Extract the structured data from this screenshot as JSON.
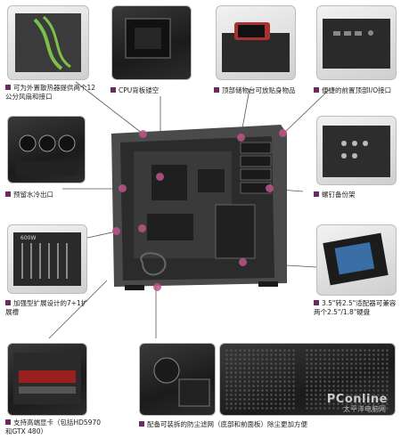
{
  "colors": {
    "marker": "#c0548a",
    "bullet": "#6a2a63",
    "line": "#555555",
    "case": "#2a2a2a"
  },
  "captions": {
    "radiator": "可为外置散热器提供两个12公分风扇和接口",
    "cpu": "CPU背板镂空",
    "storage": "顶部储物台可放贴身物品",
    "front_io": "便捷的前置顶部I/O接口",
    "water": "预留水冷出口",
    "screw": "螺钉备份架",
    "expansion": "加强型扩展设计的7+1扩展槽",
    "adapter": "3.5\"转2.5\"适配器可兼容两个2.5\"/1.8\"硬盘",
    "gpu": "支持高端显卡（包括HD5970和GTX 480）",
    "filter": "配备可装拆的防尘滤网（底部和前面板）除尘更加方便"
  },
  "labels": {
    "psu": "600W"
  },
  "watermark": {
    "brand": "PConline",
    "sub": "太平洋电脑网"
  }
}
